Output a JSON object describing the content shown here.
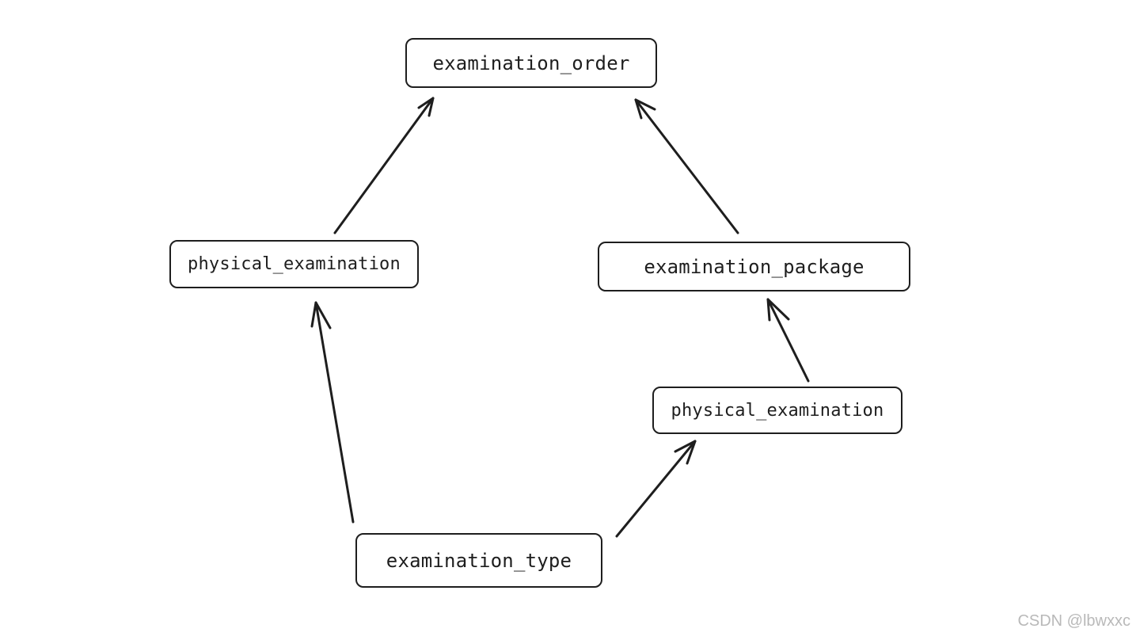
{
  "diagram": {
    "nodes": {
      "examination_order": "examination_order",
      "physical_examination_left": "physical_examination",
      "examination_package": "examination_package",
      "physical_examination_right": "physical_examination",
      "examination_type": "examination_type"
    },
    "edges": [
      {
        "from": "physical_examination_left",
        "to": "examination_order"
      },
      {
        "from": "examination_package",
        "to": "examination_order"
      },
      {
        "from": "examination_type",
        "to": "physical_examination_left"
      },
      {
        "from": "physical_examination_right",
        "to": "examination_package"
      },
      {
        "from": "examination_type",
        "to": "physical_examination_right"
      }
    ],
    "stroke_color": "#1e1e1e"
  },
  "watermark": "CSDN @lbwxxc"
}
